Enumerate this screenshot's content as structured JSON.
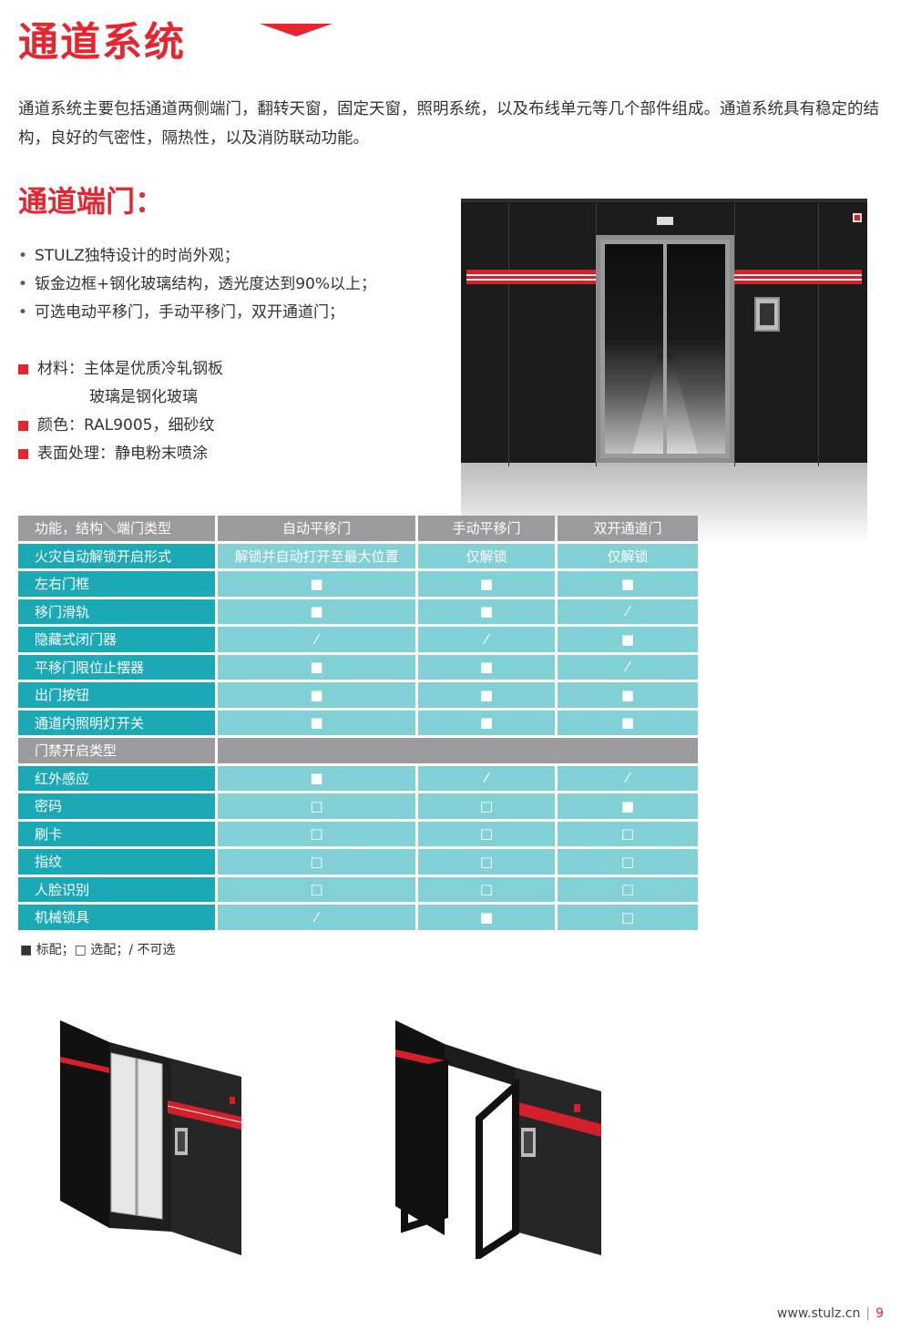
{
  "title": "通道系统",
  "intro": "通道系统主要包括通道两侧端门，翻转天窗，固定天窗，照明系统，以及布线单元等几个部件组成。通道系统具有稳定的结构，良好的气密性，隔热性，以及消防联动功能。",
  "section_title": "通道端门：",
  "bullets": [
    "STULZ独特设计的时尚外观；",
    "钣金边框+钢化玻璃结构，透光度达到90%以上；",
    "可选电动平移门，手动平移门，双开通道门；"
  ],
  "specs": {
    "material_line1": "材料：主体是优质冷轧钢板",
    "material_line2": "玻璃是钢化玻璃",
    "color": "颜色：RAL9005，细砂纹",
    "surface": "表面处理：静电粉末喷涂"
  },
  "table": {
    "headers": [
      "功能，结构＼端门类型",
      "自动平移门",
      "手动平移门",
      "双开通道门"
    ],
    "rows": [
      [
        "火灾自动解锁开启形式",
        "解锁并自动打开至最大位置",
        "仅解锁",
        "仅解锁"
      ],
      [
        "左右门框",
        "■",
        "■",
        "■"
      ],
      [
        "移门滑轨",
        "■",
        "■",
        "⁄"
      ],
      [
        "隐藏式闭门器",
        "⁄",
        "⁄",
        "■"
      ],
      [
        "平移门限位止摆器",
        "■",
        "■",
        "⁄"
      ],
      [
        "出门按钮",
        "■",
        "■",
        "■"
      ],
      [
        "通道内照明灯开关",
        "■",
        "■",
        "■"
      ]
    ],
    "subheader": "门禁开启类型",
    "rows2": [
      [
        "红外感应",
        "■",
        "⁄",
        "⁄"
      ],
      [
        "密码",
        "□",
        "□",
        "■"
      ],
      [
        "刷卡",
        "□",
        "□",
        "□"
      ],
      [
        "指纹",
        "□",
        "□",
        "□"
      ],
      [
        "人脸识别",
        "□",
        "□",
        "□"
      ],
      [
        "机械锁具",
        "⁄",
        "■",
        "□"
      ]
    ]
  },
  "legend": "■ 标配；□ 选配；/ 不可选",
  "footer": {
    "url": "www.stulz.cn",
    "page": "9"
  },
  "colors": {
    "accent": "#e8242e",
    "teal": "#1ba9b6",
    "teal_light": "#80d0d6",
    "gray": "#9b9b9e"
  }
}
